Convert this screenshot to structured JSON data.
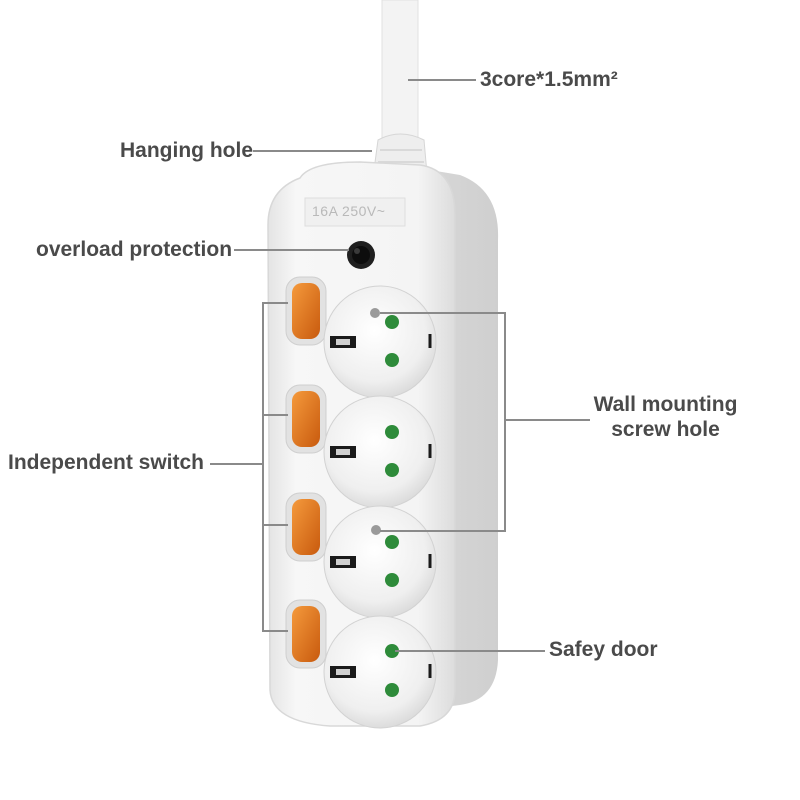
{
  "product": {
    "rating_text": "16A 250V~",
    "colors": {
      "housing": "#f2f2f2",
      "switch": "#e8751a",
      "contact_dot": "#2e8b3a",
      "label_text": "#4a4a4a",
      "leader_line": "#8a8a8a"
    }
  },
  "callouts": {
    "cable": "3core*1.5mm²",
    "hanging_hole": "Hanging hole",
    "overload": "overload protection",
    "wall_mount_line1": "Wall mounting",
    "wall_mount_line2": "screw hole",
    "switch": "Independent switch",
    "safety_door": "Safey door"
  },
  "socket_count": 4,
  "switch_count": 4
}
